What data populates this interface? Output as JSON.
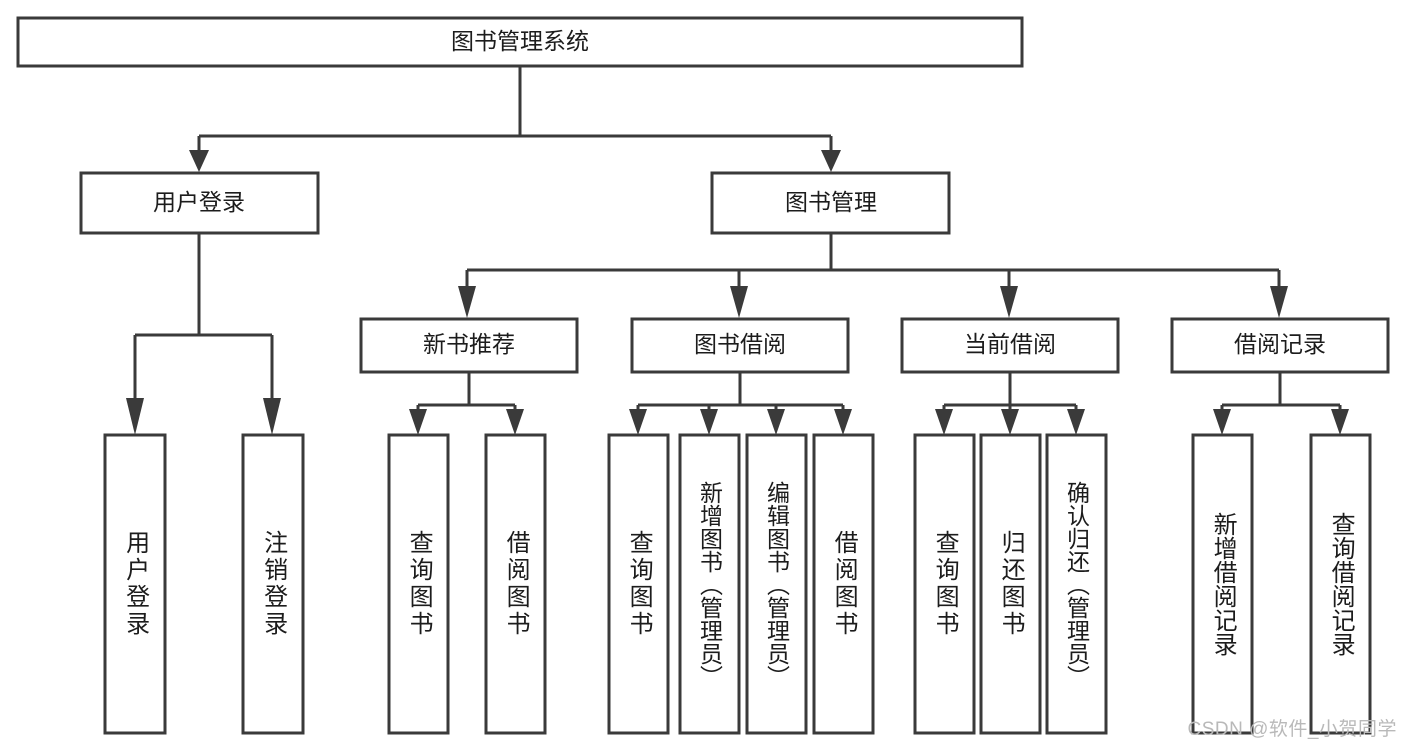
{
  "diagram": {
    "title": "图书管理系统",
    "type": "tree-hierarchy-chart",
    "background_color": "#ffffff",
    "line_color": "#3a3a3a",
    "text_color": "#1c1c1c",
    "root": {
      "label": "图书管理系统"
    },
    "level2": [
      {
        "label": "用户登录"
      },
      {
        "label": "图书管理"
      }
    ],
    "level3": [
      {
        "label": "新书推荐"
      },
      {
        "label": "图书借阅"
      },
      {
        "label": "当前借阅"
      },
      {
        "label": "借阅记录"
      }
    ],
    "leaves": {
      "user_login": [
        {
          "label": "用户登录"
        },
        {
          "label": "注销登录"
        }
      ],
      "new_book_recommend": [
        {
          "label": "查询图书"
        },
        {
          "label": "借阅图书"
        }
      ],
      "book_borrow": [
        {
          "label": "查询图书"
        },
        {
          "label": "新增图书（管理员）"
        },
        {
          "label": "编辑图书（管理员）"
        },
        {
          "label": "借阅图书"
        }
      ],
      "current_borrow": [
        {
          "label": "查询图书"
        },
        {
          "label": "归还图书"
        },
        {
          "label": "确认归还（管理员）"
        }
      ],
      "borrow_record": [
        {
          "label": "新增借阅记录"
        },
        {
          "label": "查询借阅记录"
        }
      ]
    }
  },
  "watermark": {
    "text": "CSDN @软件_小贺同学"
  }
}
